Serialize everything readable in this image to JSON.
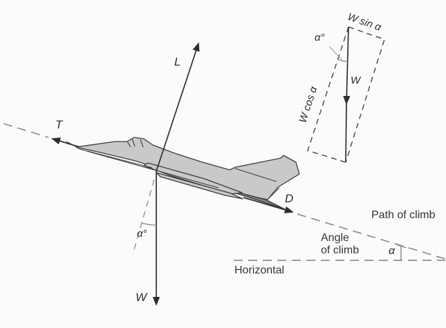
{
  "figure": {
    "title_hint": "Forces acting on an aircraft in a climb",
    "colors": {
      "background": "#fbfbfa",
      "aircraft_fill": "#c9c9c9",
      "outline": "#3a3a3a",
      "vector": "#2e2e2e",
      "dash": "#8e8e8e",
      "parallelogram_dash": "#4f4f4f"
    },
    "vectors": {
      "lift": "L",
      "thrust": "T",
      "drag": "D",
      "weight": "W"
    },
    "angles": {
      "alpha_at_aircraft": "α°",
      "alpha_at_horizon": "α"
    },
    "force_parallelogram": {
      "weight": "W",
      "along_path_component": "W sin α",
      "perpendicular_component": "W cos α",
      "angle": "α°"
    },
    "captions": {
      "path_of_climb": "Path of climb",
      "angle_of_climb": "Angle\nof climb",
      "horizontal": "Horizontal"
    }
  }
}
